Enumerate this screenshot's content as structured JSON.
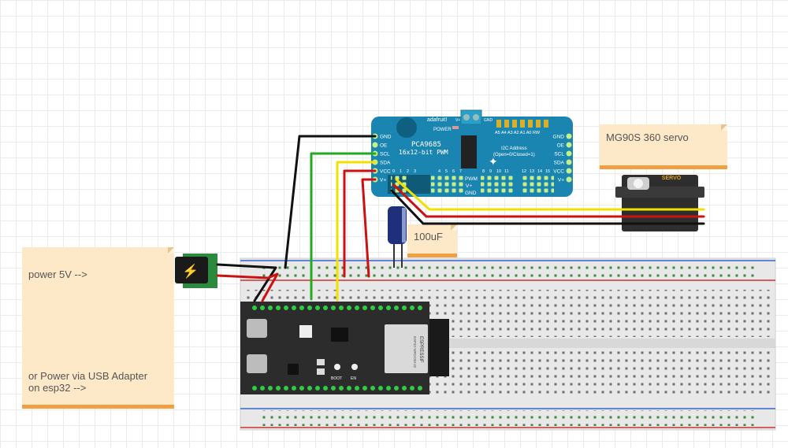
{
  "notes": {
    "power": "power 5V -->",
    "usb": "or Power via USB Adapter\non esp32 -->",
    "servo": "MG90S 360 servo",
    "capacitor": "100uF"
  },
  "pca": {
    "brand": "adafruit!",
    "chip": "PCA9685",
    "subtitle": "16x12-bit PWM",
    "power_label": "POWER",
    "left_pins": [
      "GND",
      "OE",
      "SCL",
      "SDA",
      "VCC",
      "V+"
    ],
    "right_pins": [
      "GND",
      "OE",
      "SCL",
      "SDA",
      "VCC",
      "V+"
    ],
    "addr_pins": "A5 A4 A3 A2 A1 A0 RW",
    "i2c_title": "I2C Address",
    "i2c_desc": "(Open=0/Closed=1)",
    "channel_labels": [
      "0",
      "1",
      "2",
      "3",
      "4",
      "5",
      "6",
      "7",
      "8",
      "9",
      "10",
      "11",
      "12",
      "13",
      "14",
      "15"
    ],
    "pwm": "PWM",
    "vplus": "V+",
    "gnd": "GND",
    "term_vplus": "V+",
    "term_gnd": "GND"
  },
  "servo": {
    "brand": "SERVO"
  },
  "esp32": {
    "module": "ESPRESSIF",
    "module_sub": "ESP32-WROOM-32",
    "boot": "BOOT",
    "en": "EN"
  },
  "colors": {
    "wire_black": "#111111",
    "wire_red": "#cc1111",
    "wire_yellow": "#f2e000",
    "wire_green": "#22aa22",
    "pca_board": "#1a85b0",
    "note_fill": "#fde8c8",
    "note_border": "#f0a040"
  }
}
